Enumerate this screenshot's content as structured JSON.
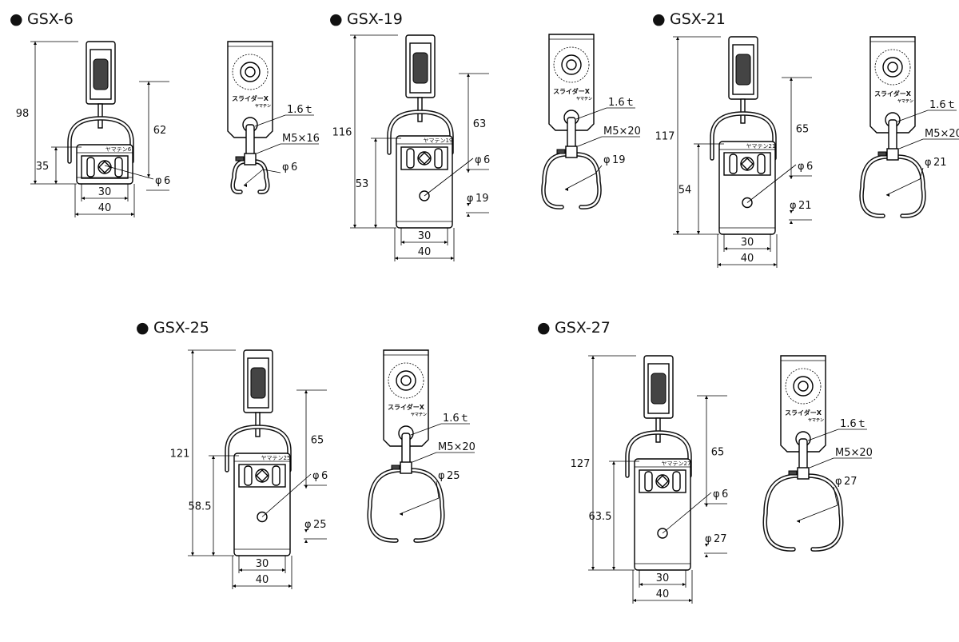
{
  "symbols": {
    "bullet": "●",
    "dia": "φ"
  },
  "products": [
    {
      "title": "GSX-6",
      "dims": {
        "height": "98",
        "lower": "35",
        "upper": "62",
        "pin": "6",
        "bore": "",
        "w_inner": "30",
        "w_outer": "40"
      },
      "front_mark": "ヤマテン6",
      "side": {
        "label": "スライダーX",
        "maker": "ヤマテン",
        "plate": "1.6ｔ",
        "bolt": "M5×16",
        "clamp": "6"
      }
    },
    {
      "title": "GSX-19",
      "dims": {
        "height": "116",
        "lower": "53",
        "upper": "63",
        "pin": "6",
        "bore": "19",
        "w_inner": "30",
        "w_outer": "40"
      },
      "front_mark": "ヤマテン19",
      "side": {
        "label": "スライダーX",
        "maker": "ヤマテン",
        "plate": "1.6ｔ",
        "bolt": "M5×20",
        "clamp": "19"
      }
    },
    {
      "title": "GSX-21",
      "dims": {
        "height": "117",
        "lower": "54",
        "upper": "65",
        "pin": "6",
        "bore": "21",
        "w_inner": "30",
        "w_outer": "40"
      },
      "front_mark": "ヤマテン21",
      "side": {
        "label": "スライダーX",
        "maker": "ヤマテン",
        "plate": "1.6ｔ",
        "bolt": "M5×20",
        "clamp": "21"
      }
    },
    {
      "title": "GSX-25",
      "dims": {
        "height": "121",
        "lower": "58.5",
        "upper": "65",
        "pin": "6",
        "bore": "25",
        "w_inner": "30",
        "w_outer": "40"
      },
      "front_mark": "ヤマテン25",
      "side": {
        "label": "スライダーX",
        "maker": "ヤマテン",
        "plate": "1.6ｔ",
        "bolt": "M5×20",
        "clamp": "25"
      }
    },
    {
      "title": "GSX-27",
      "dims": {
        "height": "127",
        "lower": "63.5",
        "upper": "65",
        "pin": "6",
        "bore": "27",
        "w_inner": "30",
        "w_outer": "40"
      },
      "front_mark": "ヤマテン27",
      "side": {
        "label": "スライダーX",
        "maker": "ヤマテン",
        "plate": "1.6ｔ",
        "bolt": "M5×20",
        "clamp": "27"
      }
    }
  ]
}
